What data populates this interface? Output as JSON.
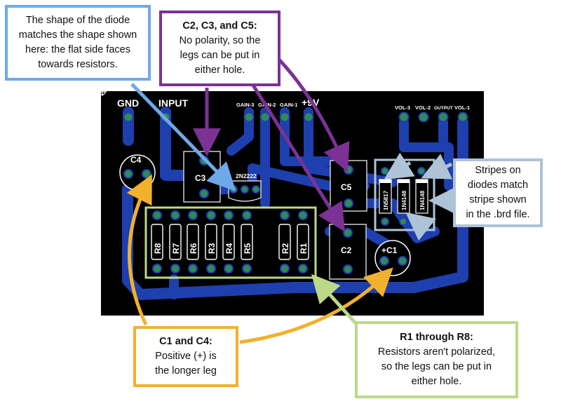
{
  "board": {
    "header_labels": {
      "gnd": "GND",
      "input": "INPUT",
      "plus9v": "+9V"
    },
    "gain_labels": [
      "GAIN-3",
      "GAIN-2",
      "GAIN-1"
    ],
    "vol_labels": [
      "VOL-3",
      "VOL-2",
      "OUTPUT",
      "VOL-1"
    ],
    "components": {
      "c4": "C4",
      "c3": "C3",
      "c5": "C5",
      "c2": "C2",
      "c1": "+C1",
      "transistor": "2N2222",
      "resistors": [
        "R8",
        "R7",
        "R6",
        "R3",
        "R4",
        "R5",
        "R2",
        "R1"
      ],
      "diodes": [
        "1N5817",
        "1N4148",
        "1N4148"
      ],
      "plus_sign": "+"
    },
    "colors": {
      "board": "#000000",
      "trace": "#1e3fae",
      "pad": "#2e8b57",
      "silk": "#ffffff"
    }
  },
  "callouts": {
    "diode_shape": {
      "lines": [
        "The shape of the diode",
        "matches the shape shown",
        "here: the flat side faces",
        "towards resistors."
      ],
      "color": "#6fa8ea"
    },
    "capacitors": {
      "title": "C2, C3, and C5:",
      "lines": [
        "No polarity,  so the",
        "legs can be put in",
        "either hole."
      ],
      "color": "#7b3294"
    },
    "stripes": {
      "lines": [
        "Stripes on",
        "diodes match",
        "stripe shown",
        "in the .brd file."
      ],
      "color": "#aec3d6"
    },
    "polarized": {
      "title": "C1 and C4:",
      "lines": [
        "Positive (+) is",
        "the longer leg"
      ],
      "color": "#f2b12c"
    },
    "resistors": {
      "title": "R1 through R8:",
      "lines": [
        "Resistors aren't polarized,",
        "so the legs can be put in",
        "either hole."
      ],
      "color": "#bcd98a"
    }
  }
}
